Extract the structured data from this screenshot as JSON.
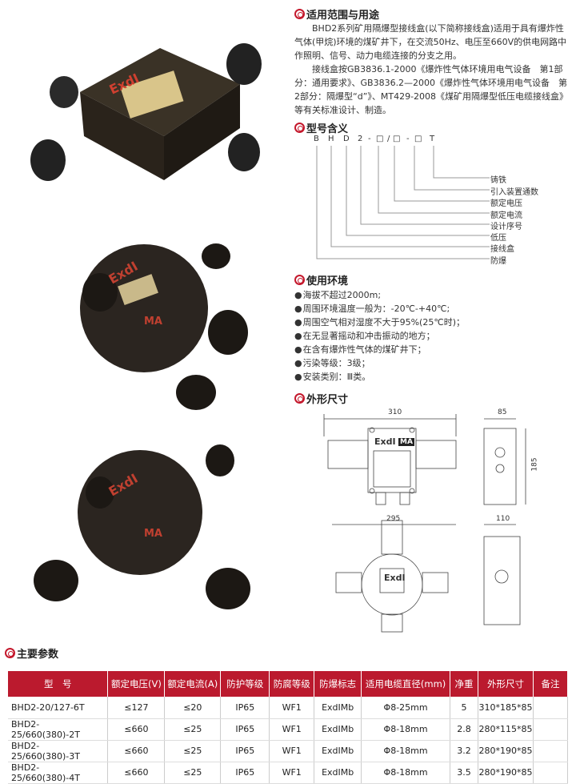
{
  "scope": {
    "title": "适用范围与用途",
    "paragraphs": [
      "BHD2系列矿用隔爆型接线盒(以下简称接线盒)适用于具有爆炸性气体(甲烷)环境的煤矿井下，在交流50Hz、电压至660V的供电网路中作照明、信号、动力电缆连接的分支之用。",
      "接线盒按GB3836.1-2000《爆炸性气体环境用电气设备　第1部分：通用要求》、GB3836.2—2000《爆炸性气体环境用电气设备　第2部分：隔爆型“d”》、MT429-2008《煤矿用隔爆型低压电缆接线盒》等有关标准设计、制造。"
    ]
  },
  "model": {
    "title": "型号含义",
    "code": [
      "B",
      "H",
      "D",
      "2",
      "-",
      "□",
      "/",
      "□",
      "-",
      "□",
      "T"
    ],
    "labels": [
      "铸铁",
      "引入装置通数",
      "额定电压",
      "额定电流",
      "设计序号",
      "低压",
      "接线盒",
      "防爆"
    ]
  },
  "env": {
    "title": "使用环境",
    "items": [
      "海拔不超过2000m;",
      "周围环境温度一般为：-20℃-+40℃;",
      "周围空气相对湿度不大于95%(25℃时)；",
      "在无显著摇动和冲击振动的地方；",
      "在含有爆炸性气体的煤矿井下；",
      "污染等级：3级；",
      "安装类别：Ⅲ类。"
    ]
  },
  "dims": {
    "title": "外形尺寸",
    "top_width": "310",
    "top_height": "185",
    "top_depth": "85",
    "bottom_width": "295",
    "bottom_depth": "110",
    "mark_exd": "ExdI",
    "mark_ma": "MA"
  },
  "photos": {
    "mark_exd": "ExdI",
    "mark_ma": "MA"
  },
  "params": {
    "title": "主要参数",
    "headers": [
      "型　号",
      "额定电压(V)",
      "额定电流(A)",
      "防护等级",
      "防腐等级",
      "防爆标志",
      "适用电缆直径(mm)",
      "净重",
      "外形尺寸",
      "备注"
    ],
    "rows": [
      [
        "BHD2-20/127-6T",
        "≤127",
        "≤20",
        "IP65",
        "WF1",
        "ExdIMb",
        "Φ8-25mm",
        "5",
        "310*185*85",
        ""
      ],
      [
        "BHD2-25/660(380)-2T",
        "≤660",
        "≤25",
        "IP65",
        "WF1",
        "ExdIMb",
        "Φ8-18mm",
        "2.8",
        "280*115*85",
        ""
      ],
      [
        "BHD2-25/660(380)-3T",
        "≤660",
        "≤25",
        "IP65",
        "WF1",
        "ExdIMb",
        "Φ8-18mm",
        "3.2",
        "280*190*85",
        ""
      ],
      [
        "BHD2-25/660(380)-4T",
        "≤660",
        "≤25",
        "IP65",
        "WF1",
        "ExdIMb",
        "Φ8-18mm",
        "3.5",
        "280*190*85",
        ""
      ]
    ]
  },
  "colors": {
    "accent": "#bb1a2e"
  }
}
